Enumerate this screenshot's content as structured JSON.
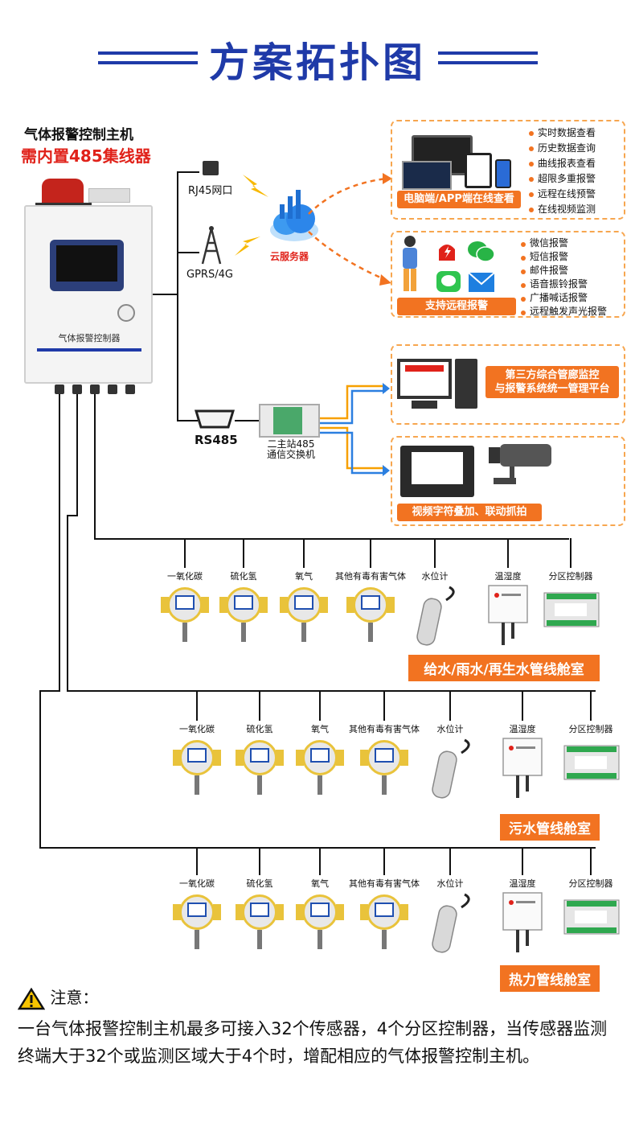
{
  "title": "方案拓扑图",
  "host": {
    "title": "气体报警控制主机",
    "subtitle": "需内置485集线器",
    "cabinet_label": "气体报警控制器"
  },
  "links": {
    "rj45": "RJ45网口",
    "gprs": "GPRS/4G",
    "rs485": "RS485",
    "cloud": "云服务器",
    "switch": "二主站485\n通信交换机"
  },
  "cards": {
    "online": {
      "button": "电脑端/APP端在线查看",
      "features": [
        "实时数据查看",
        "历史数据查询",
        "曲线报表查看",
        "超限多重报警",
        "远程在线预警",
        "在线视频监测"
      ]
    },
    "alarm": {
      "button": "支持远程报警",
      "features": [
        "微信报警",
        "短信报警",
        "邮件报警",
        "语音振铃报警",
        "广播喊话报警",
        "远程触发声光报警"
      ]
    },
    "platform": {
      "text": "第三方综合管廊监控\n与报警系统统一管理平台"
    },
    "video": {
      "button": "视频字符叠加、联动抓拍"
    }
  },
  "sensor_labels": [
    "一氧化碳",
    "硫化氢",
    "氧气",
    "其他有毒有害气体",
    "水位计",
    "温湿度",
    "分区控制器"
  ],
  "rooms": [
    "给水/雨水/再生水管线舱室",
    "污水管线舱室",
    "热力管线舱室"
  ],
  "note": {
    "head": "注意：",
    "body": "一台气体报警控制主机最多可接入32个传感器，4个分区控制器，当传感器监测终端大于32个或监测区域大于4个时，增配相应的气体报警控制主机。"
  },
  "colors": {
    "title_blue": "#1f3aa8",
    "accent_orange": "#f27321",
    "alert_red": "#e0221a",
    "card_border": "#f7a64f"
  }
}
